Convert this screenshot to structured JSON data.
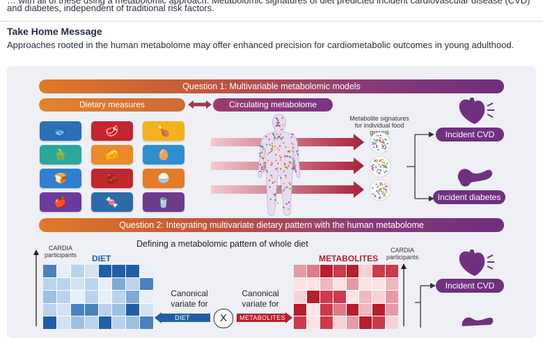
{
  "intro": {
    "line1_fragment": "… with all of these using a metabolomic approach. Metabolomic signatures of diet predicted incident cardiovascular disease (CVD)",
    "line2": "and diabetes, independent of traditional risk factors."
  },
  "take_home": {
    "heading": "Take Home Message",
    "text": "Approaches rooted in the human metabolome may offer enhanced precision for cardiometabolic outcomes in young adulthood."
  },
  "figure": {
    "question1": "Question 1: Multivariable metabolomic models",
    "dietary_measures": "Dietary measures",
    "circulating_metabolome": "Circulating metabolome",
    "signature_note": "Metabolite signatures for individual food groups",
    "outcome_cvd": "Incident CVD",
    "outcome_diabetes": "Incident diabetes",
    "question2": "Question 2: Integrating multivariate dietary pattern with the human metabolome",
    "pattern_title": "Defining a metabolomic pattern of whole diet",
    "cardia_left": "CARDIA participants",
    "cardia_right": "CARDIA participants",
    "diet_label": "DIET",
    "metabolites_label": "METABOLITES",
    "canonical_left": "Canonical variate for",
    "canonical_right": "Canonical variate for",
    "tag_diet": "DIET",
    "tag_metabolites": "METABOLITES",
    "times_symbol": "X",
    "outcome_cvd_2": "Incident CVD",
    "food_icons": [
      {
        "icon": "fish-icon",
        "color": "#2b6fb5"
      },
      {
        "icon": "meat-icon",
        "color": "#c2262e"
      },
      {
        "icon": "poultry-icon",
        "color": "#f2b21b"
      },
      {
        "icon": "vegetable-icon",
        "color": "#2aa89a"
      },
      {
        "icon": "dairy-icon",
        "color": "#ea8a28"
      },
      {
        "icon": "eggs-icon",
        "color": "#2b8fd0"
      },
      {
        "icon": "bread-icon",
        "color": "#2f7fd0"
      },
      {
        "icon": "legumes-icon",
        "color": "#c2262e"
      },
      {
        "icon": "grains-icon",
        "color": "#e67a24"
      },
      {
        "icon": "fruit-icon",
        "color": "#6b3a9e"
      },
      {
        "icon": "sweets-icon",
        "color": "#2c6aa8"
      },
      {
        "icon": "beverage-icon",
        "color": "#6e3a8a"
      }
    ],
    "colors": {
      "orange": "#e07a26",
      "purple": "#6e2f7c",
      "diet_blue": "#1f5fa6",
      "metabolite_red": "#b81e2c"
    }
  }
}
